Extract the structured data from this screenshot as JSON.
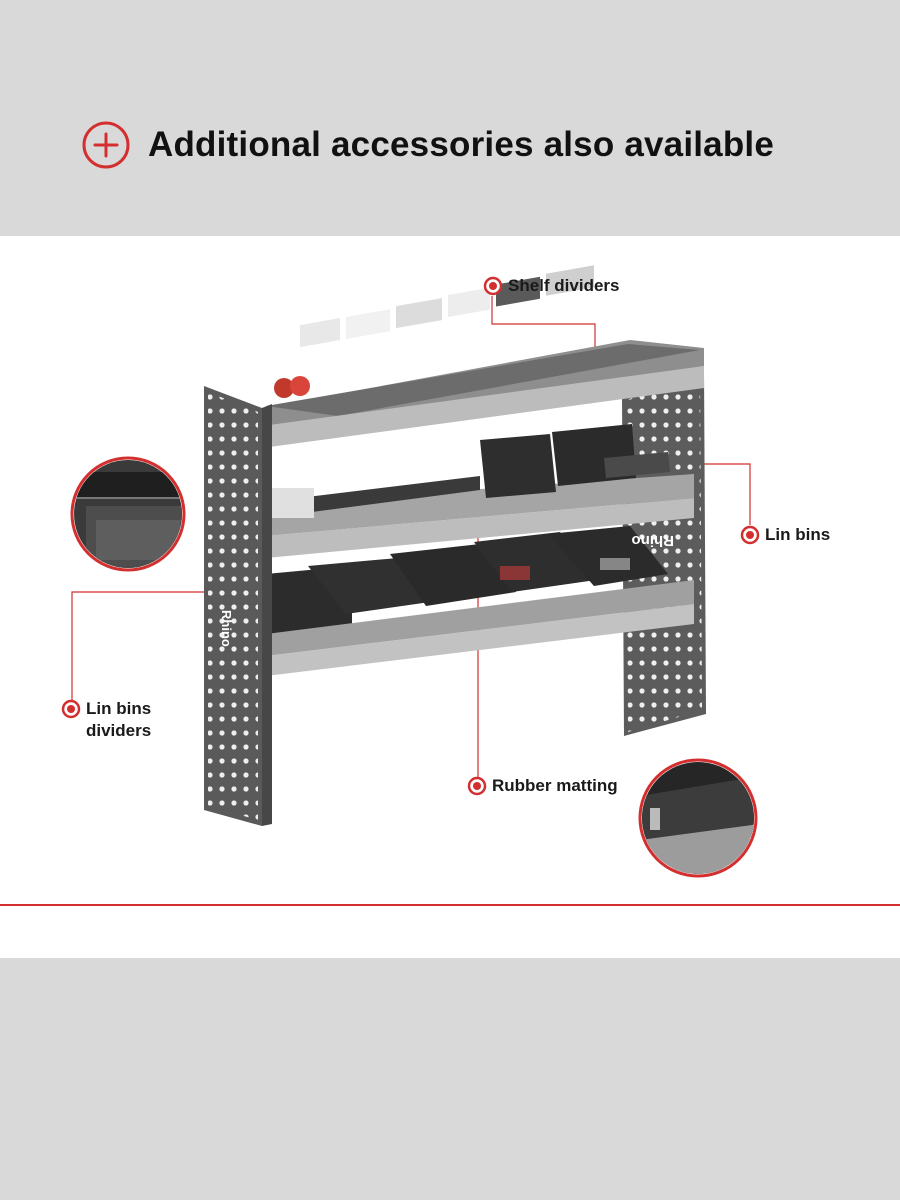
{
  "header": {
    "title": "Additional accessories also available",
    "icon": "plus-circle-icon"
  },
  "colors": {
    "accent": "#d32f2f",
    "band": "#d9d9d9",
    "shelf_frame": "#5a5a5a",
    "shelf_board": "#a9a9a9",
    "bin": "#2b2b2b"
  },
  "branding": {
    "frame_logo": "Rhino"
  },
  "callouts": [
    {
      "id": "shelf-dividers",
      "label": "Shelf dividers",
      "icon": "target-dot-icon"
    },
    {
      "id": "lin-bins",
      "label": "Lin bins",
      "icon": "target-dot-icon"
    },
    {
      "id": "lin-bins-dividers",
      "label": "Lin bins\ndividers",
      "icon": "target-dot-icon"
    },
    {
      "id": "rubber-matting",
      "label": "Rubber matting",
      "icon": "target-dot-icon"
    }
  ]
}
